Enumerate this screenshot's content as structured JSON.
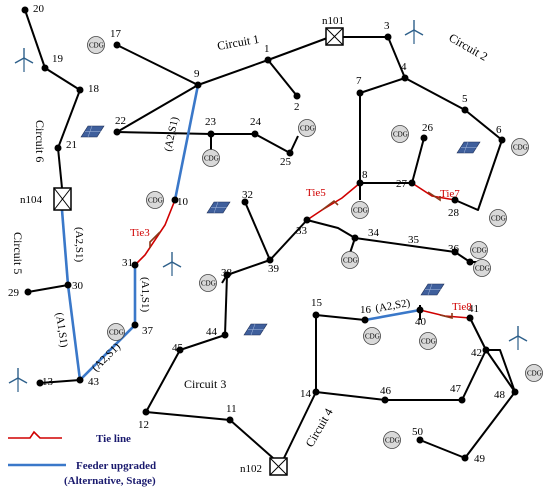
{
  "nodes": {
    "n1": "1",
    "n2": "2",
    "n3": "3",
    "n4": "4",
    "n5": "5",
    "n6": "6",
    "n7": "7",
    "n8": "8",
    "n9": "9",
    "n10": "10",
    "n11": "11",
    "n12": "12",
    "n13": "13",
    "n14": "14",
    "n15": "15",
    "n16": "16",
    "n17": "17",
    "n18": "18",
    "n19": "19",
    "n20": "20",
    "n21": "21",
    "n22": "22",
    "n23": "23",
    "n24": "24",
    "n25": "25",
    "n26": "26",
    "n27": "27",
    "n28": "28",
    "n29": "29",
    "n30": "30",
    "n31": "31",
    "n32": "32",
    "n33": "33",
    "n34": "34",
    "n35": "35",
    "n36": "36",
    "n37": "37",
    "n38": "38",
    "n39": "39",
    "n40": "40",
    "n41": "41",
    "n42": "42",
    "n43": "43",
    "n44": "44",
    "n45": "45",
    "n46": "46",
    "n47": "47",
    "n48": "48",
    "n49": "49",
    "n50": "50"
  },
  "substations": {
    "s101": "n101",
    "s102": "n102",
    "s104": "n104"
  },
  "circuits": {
    "c1": "Circuit 1",
    "c2": "Circuit 2",
    "c3": "Circuit 3",
    "c4": "Circuit 4",
    "c5": "Circuit 5",
    "c6": "Circuit 6"
  },
  "ties": {
    "t3": "Tie3",
    "t5": "Tie5",
    "t7": "Tie7",
    "t8": "Tie8"
  },
  "cdg_label": "CDG",
  "feeder_labels": {
    "f_9_10": "(A2,S1)",
    "f_104_30": "(A2,S1)",
    "f_30_43": "(A1,S1)",
    "f_37_43": "(A2,S1)",
    "f_31_37": "(A1,S1)",
    "f_16_40": "(A2,S2)"
  },
  "legend": {
    "tie_line": "Tie line",
    "feeder_line1": "Feeder upgraded",
    "feeder_line2": "(Alternative, Stage)"
  },
  "colors": {
    "line": "#000000",
    "upgraded": "#3a78c9",
    "tie": "#d00000",
    "tie_switch": "#8b3a1a"
  }
}
